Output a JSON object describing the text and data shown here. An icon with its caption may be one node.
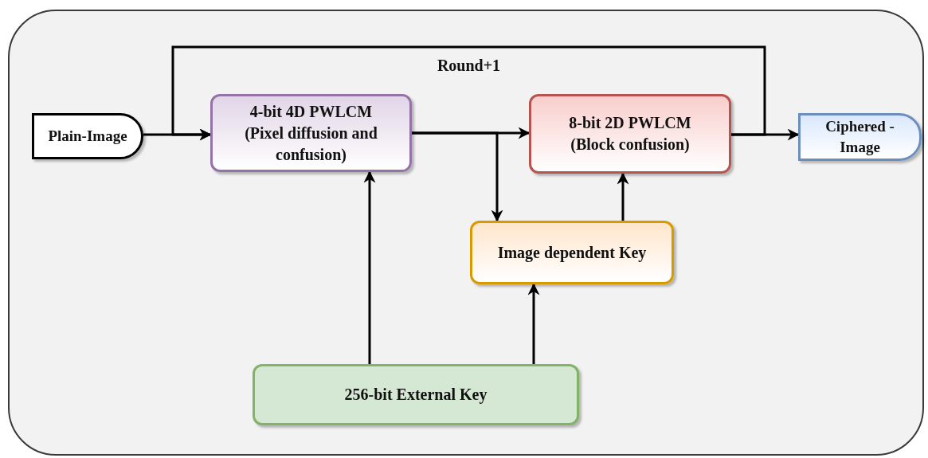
{
  "diagram": {
    "nodes": [
      {
        "text": [],
        "shape": "box"
      },
      {
        "text": [
          "Plain-Image"
        ],
        "in": 0
      },
      {
        "text": [
          "4-bit 4D PWLCM",
          "(Pixel diffusion and confusion)"
        ],
        "in": 0
      },
      {
        "text": [
          "8-bit 2D PWLCM",
          "(Block confusion)"
        ],
        "in": 0
      },
      {
        "text": [
          "Ciphered - Image"
        ],
        "in": 0
      },
      {
        "text": [
          "Image dependent Key"
        ],
        "in": 0
      },
      {
        "text": [
          "256-bit External Key"
        ],
        "in": 0
      }
    ],
    "edges": [
      {
        "from": 1,
        "to": 2,
        "arrow": "to"
      },
      {
        "from": 2,
        "to": 3,
        "arrow": "to"
      },
      {
        "from": 2,
        "to": 5,
        "arrow": "to"
      },
      {
        "from": 3,
        "to": 4,
        "arrow": "to"
      },
      {
        "from": 3,
        "to": 2,
        "arrow": "to",
        "label": "Round+1"
      },
      {
        "from": 6,
        "to": 2,
        "arrow": "to"
      },
      {
        "from": 6,
        "to": 5,
        "arrow": "to"
      },
      {
        "from": 5,
        "to": 3,
        "arrow": "to"
      }
    ]
  }
}
